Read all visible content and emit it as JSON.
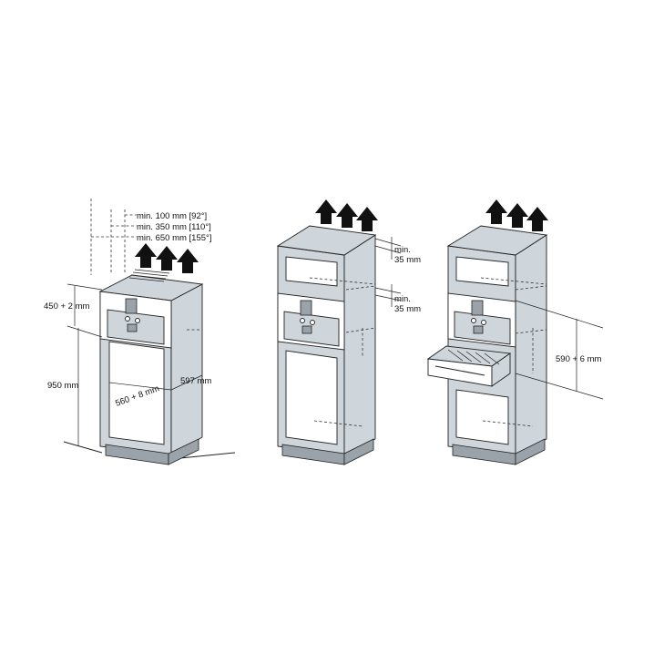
{
  "diagram1": {
    "clearances": [
      "min. 100 mm [92°]",
      "min. 350 mm [110°]",
      "min. 650 mm [155°]"
    ],
    "dim_height_appliance": "450 + 2 mm",
    "dim_height_cabinet": "950 mm",
    "dim_width": "560 + 8 mm",
    "dim_depth": "597 mm"
  },
  "diagram2": {
    "gap_top_line1": "min.",
    "gap_top_line2": "35 mm",
    "gap_bottom_line1": "min.",
    "gap_bottom_line2": "35 mm"
  },
  "diagram3": {
    "dim_niche": "590 + 6 mm"
  },
  "colors": {
    "cabinet": "#cfd6db",
    "line": "#222222"
  },
  "icons": [
    "up-arrow-icon"
  ]
}
